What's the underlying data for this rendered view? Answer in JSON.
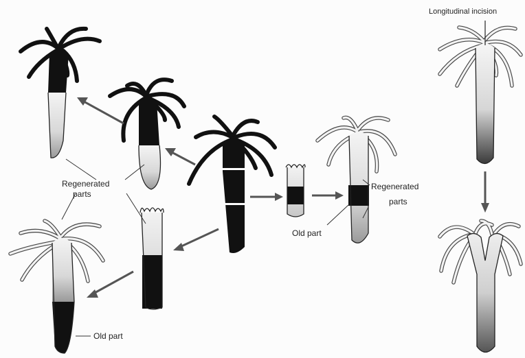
{
  "labels": {
    "longitudinal_incision": "Longitudinal incision",
    "regenerated_left_line1": "Regenerated",
    "regenerated_left_line2": "parts",
    "regenerated_mid_line1": "Regenerated",
    "regenerated_mid_line2": "parts",
    "old_part_mid": "Old part",
    "old_part_bottom": "Old part"
  },
  "colors": {
    "old_tissue": "#111111",
    "regenerated_tissue": "#e6e6e6",
    "arrow": "#555555"
  }
}
